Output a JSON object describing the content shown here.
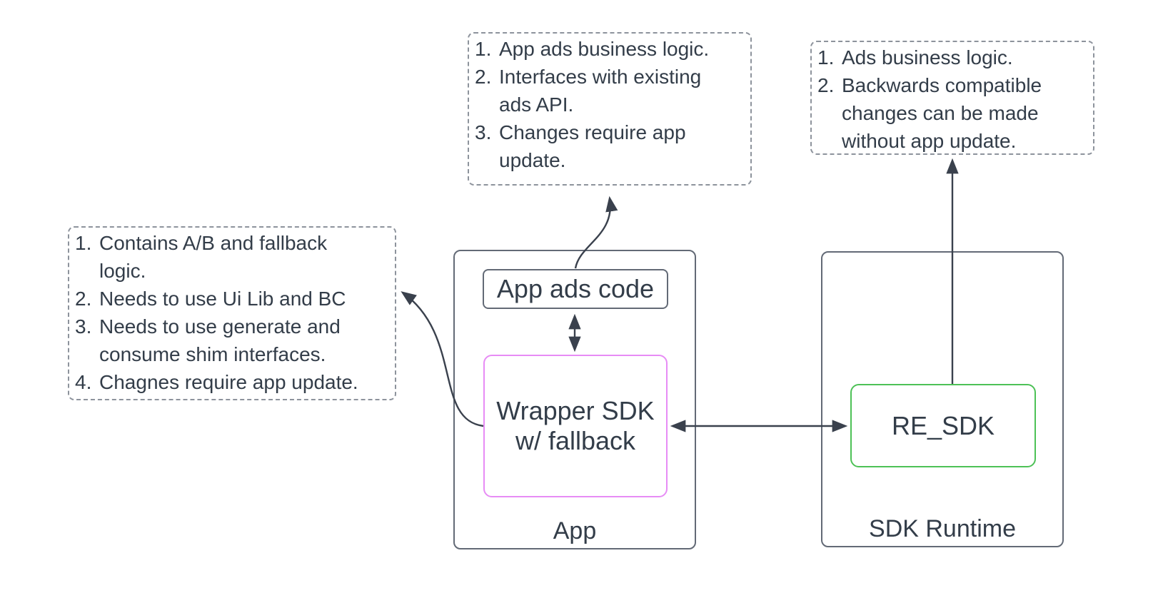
{
  "colors": {
    "text": "#333d49",
    "border_gray": "#636a76",
    "note_border": "#8d939c",
    "arrow": "#3a414d",
    "pink": "#e78cf5",
    "green": "#4dc156",
    "background": "#ffffff"
  },
  "nodes": {
    "app_ads_code": {
      "label": "App ads code"
    },
    "wrapper_sdk": {
      "lines": [
        "Wrapper SDK",
        "w/ fallback"
      ]
    },
    "re_sdk": {
      "label": "RE_SDK"
    },
    "app_container": {
      "label": "App"
    },
    "sdk_runtime": {
      "label": "SDK Runtime"
    }
  },
  "annotations": {
    "top_middle": {
      "items": [
        {
          "num": "1.",
          "lines": [
            "App ads business logic."
          ]
        },
        {
          "num": "2.",
          "lines": [
            "Interfaces with existing",
            "ads API."
          ]
        },
        {
          "num": "3.",
          "lines": [
            "Changes require app",
            "update."
          ]
        }
      ]
    },
    "top_right": {
      "items": [
        {
          "num": "1.",
          "lines": [
            "Ads business logic."
          ]
        },
        {
          "num": "2.",
          "lines": [
            "Backwards compatible",
            "changes can be made",
            "without app update."
          ]
        }
      ]
    },
    "left": {
      "items": [
        {
          "num": "1.",
          "lines": [
            "Contains A/B and fallback",
            "logic."
          ]
        },
        {
          "num": "2.",
          "lines": [
            "Needs to use Ui Lib and BC"
          ]
        },
        {
          "num": "3.",
          "lines": [
            "Needs to use generate and",
            "consume shim interfaces."
          ]
        },
        {
          "num": "4.",
          "lines": [
            "Chagnes require app update."
          ]
        }
      ]
    }
  }
}
